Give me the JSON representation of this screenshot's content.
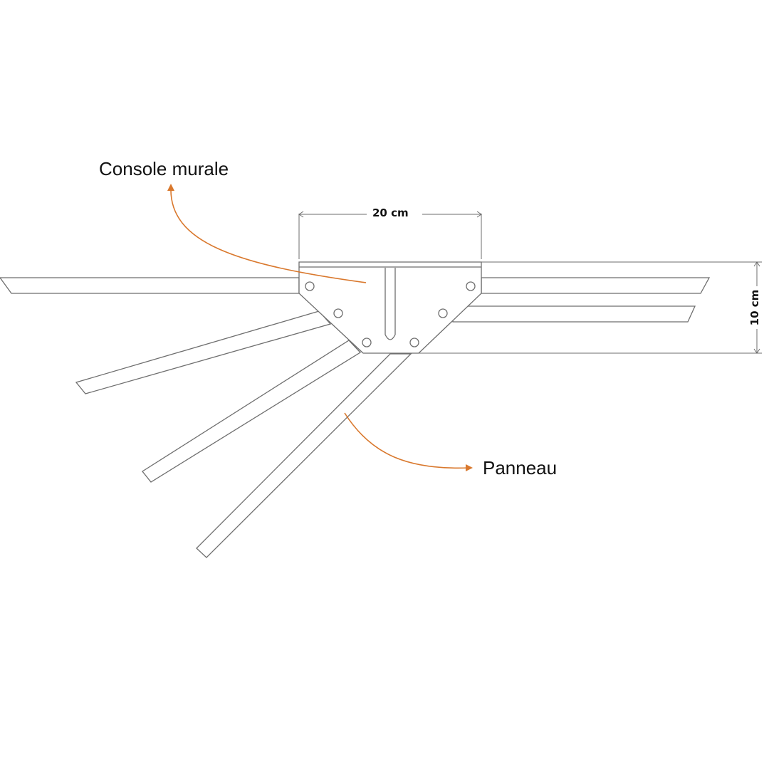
{
  "labels": {
    "console": "Console murale",
    "panel": "Panneau"
  },
  "dimensions": {
    "width": "20 cm",
    "height": "10 cm"
  },
  "colors": {
    "line": "#6e6e6e",
    "leader_arrow": "#d9782d",
    "text": "#111111"
  }
}
